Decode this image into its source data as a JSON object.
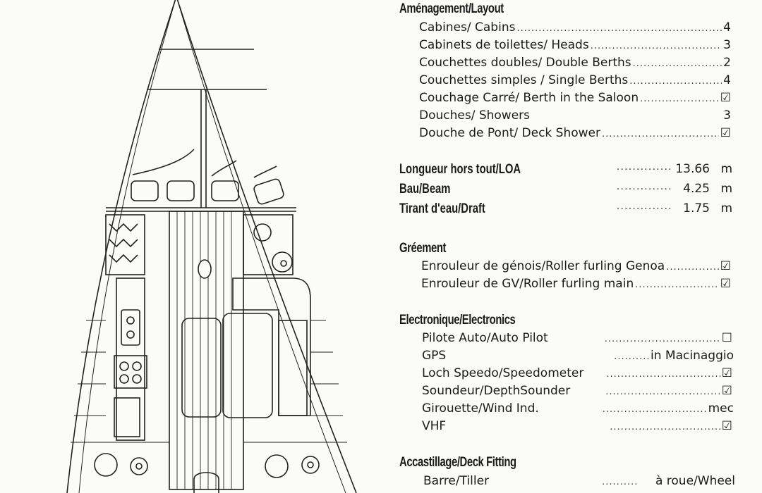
{
  "layout": {
    "title": "Aménagement/Layout",
    "items": [
      {
        "label": "Cabines/ Cabins",
        "value": "4"
      },
      {
        "label": "Cabinets de toilettes/ Heads",
        "value": "3"
      },
      {
        "label": "Couchettes doubles/ Double Berths",
        "value": "2"
      },
      {
        "label": "Couchettes simples / Single Berths",
        "value": "4"
      },
      {
        "label": "Couchage Carré/ Berth in the Saloon",
        "value": "☑"
      },
      {
        "label": "Douches/ Showers",
        "value": "3"
      },
      {
        "label": "Douche de Pont/ Deck Shower",
        "value": "☑"
      }
    ]
  },
  "dimensions": [
    {
      "label": "Longueur hors tout/LOA",
      "value": "13.66",
      "unit": "m"
    },
    {
      "label": "Bau/Beam",
      "value": "4.25",
      "unit": "m"
    },
    {
      "label": "Tirant d'eau/Draft",
      "value": "1.75",
      "unit": "m"
    }
  ],
  "rigging": {
    "title": "Gréement",
    "items": [
      {
        "label": "Enrouleur de génois/Roller furling Genoa",
        "value": "☑"
      },
      {
        "label": "Enrouleur de GV/Roller furling main",
        "value": "☑"
      }
    ]
  },
  "electronics": {
    "title": "Electronique/Electronics",
    "items": [
      {
        "label": "Pilote Auto/Auto Pilot",
        "value": "☐"
      },
      {
        "label": "GPS",
        "value": "in Macinaggio"
      },
      {
        "label": "Loch Speedo/Speedometer",
        "value": "☑"
      },
      {
        "label": "Soundeur/DepthSounder",
        "value": "☑"
      },
      {
        "label": "Girouette/Wind Ind.",
        "value": "mec"
      },
      {
        "label": "VHF",
        "value": "☑"
      }
    ]
  },
  "deck": {
    "title": "Accastillage/Deck Fitting",
    "items": [
      {
        "label": "Barre/Tiller",
        "value": "à roue/Wheel"
      }
    ]
  }
}
